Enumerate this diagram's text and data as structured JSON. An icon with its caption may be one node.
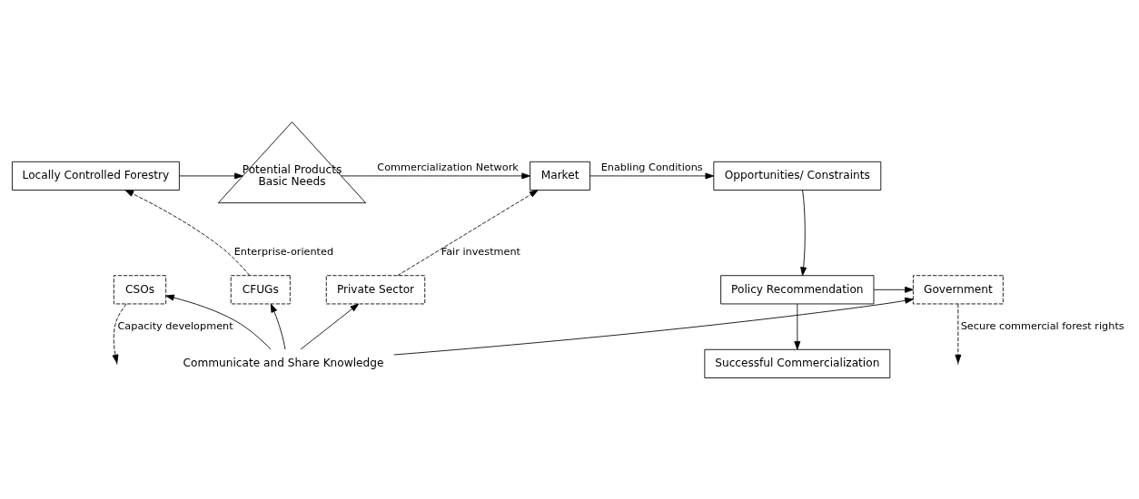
{
  "diagram": {
    "nodes": [
      {
        "text": [
          "Locally Controlled Forestry"
        ]
      },
      {
        "text": [
          "Potential Products",
          "Basic Needs"
        ]
      },
      {
        "text": [
          "Market"
        ]
      },
      {
        "text": [
          "Opportunities/ Constraints"
        ]
      },
      {
        "text": [
          "Policy Recommendation"
        ]
      },
      {
        "text": [
          "Successful Commercialization"
        ]
      },
      {
        "text": [
          "CFUGs"
        ]
      },
      {
        "text": [
          "CSOs"
        ]
      },
      {
        "text": [
          "Private Sector"
        ]
      },
      {
        "text": [
          "Government"
        ]
      },
      {
        "text": [
          "Communicate and Share Knowledge"
        ]
      }
    ],
    "edges": [
      {
        "from": 0,
        "to": 1,
        "arrow": "to"
      },
      {
        "from": 1,
        "to": 2,
        "arrow": "to",
        "label": "Commercialization Network"
      },
      {
        "from": 2,
        "to": 3,
        "arrow": "to",
        "label": "Enabling Conditions"
      },
      {
        "from": 3,
        "to": 4,
        "arrow": "to"
      },
      {
        "from": 4,
        "to": 5,
        "arrow": "to"
      },
      {
        "from": 4,
        "to": 9,
        "arrow": "to"
      },
      {
        "from": 6,
        "to": 0,
        "arrow": "to",
        "style": "dashed",
        "label": "Enterprise-oriented"
      },
      {
        "from": 7,
        "to": null,
        "arrow": "to",
        "style": "dashed",
        "label": "Capacity development"
      },
      {
        "from": 8,
        "to": 2,
        "arrow": "to",
        "style": "dashed",
        "label": "Fair investment"
      },
      {
        "from": 9,
        "to": null,
        "arrow": "to",
        "style": "dashed",
        "label": "Secure commercial forest rights"
      },
      {
        "from": 10,
        "to": 6,
        "arrow": "to"
      },
      {
        "from": 10,
        "to": 7,
        "arrow": "to"
      },
      {
        "from": 10,
        "to": 8,
        "arrow": "to"
      },
      {
        "from": 10,
        "to": 9,
        "arrow": "to"
      }
    ]
  }
}
